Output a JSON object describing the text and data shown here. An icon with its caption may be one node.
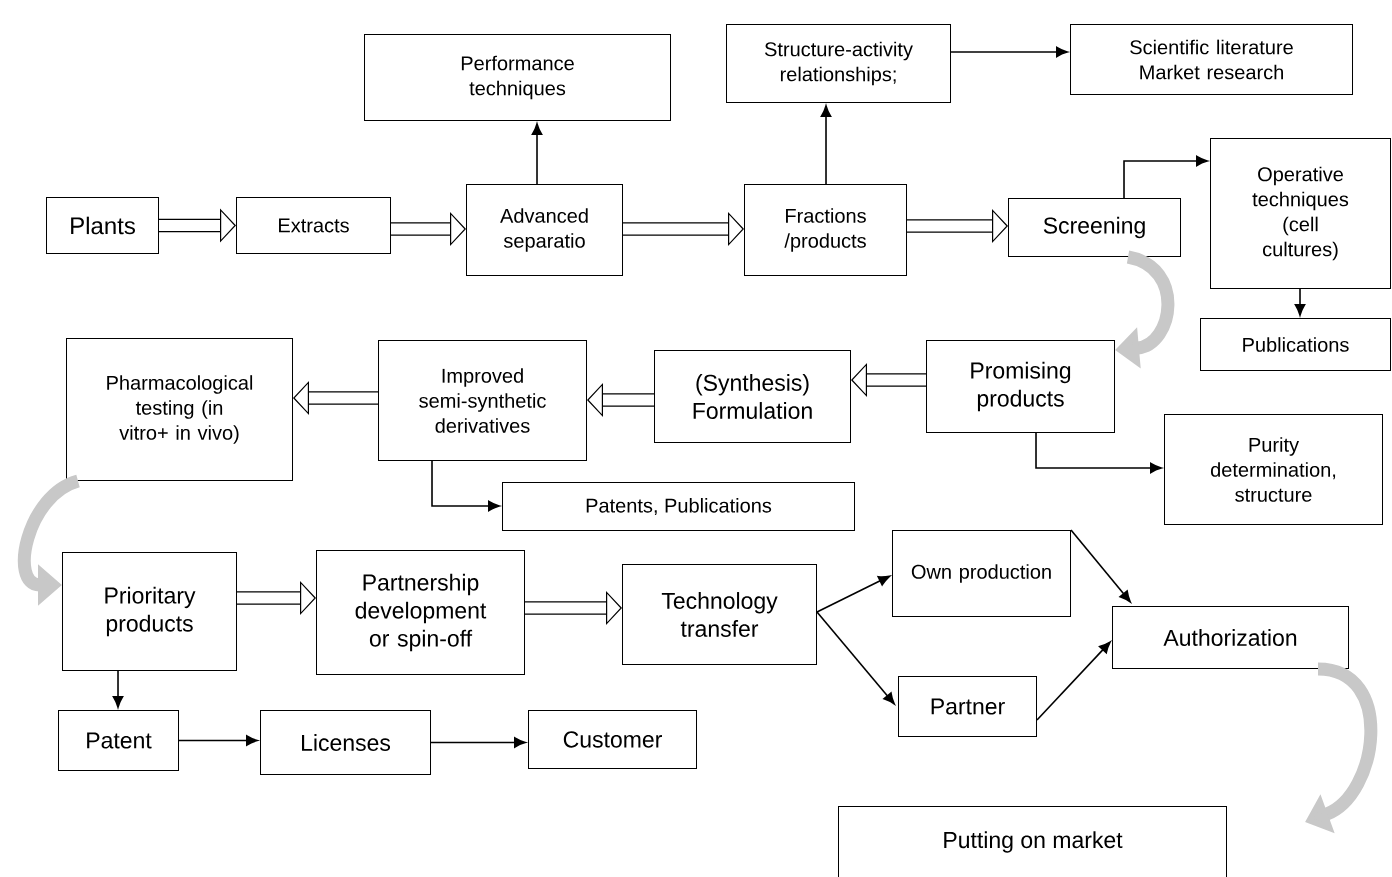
{
  "diagram": {
    "nodes": [
      {
        "text": [
          "Plants"
        ]
      },
      {
        "text": [
          "Extracts"
        ]
      },
      {
        "text": [
          "Advanced separatio"
        ]
      },
      {
        "text": [
          "Performance techniques"
        ]
      },
      {
        "text": [
          "Fractions /products"
        ]
      },
      {
        "text": [
          "Structure-activity relationships;"
        ]
      },
      {
        "text": [
          "Scientific literature Market research"
        ]
      },
      {
        "text": [
          "Screening"
        ]
      },
      {
        "text": [
          "Operative techniques (cell cultures)"
        ]
      },
      {
        "text": [
          "Publications"
        ]
      },
      {
        "text": [
          "Promising products"
        ]
      },
      {
        "text": [
          "(Synthesis) Formulation"
        ]
      },
      {
        "text": [
          "Improved semi-synthetic derivatives"
        ]
      },
      {
        "text": [
          "Pharmacological testing (in vitro+ in vivo)"
        ]
      },
      {
        "text": [
          "Purity determination, structure"
        ]
      },
      {
        "text": [
          "Patents, Publications"
        ]
      },
      {
        "text": [
          "Prioritary products"
        ]
      },
      {
        "text": [
          "Partnership development or spin-off"
        ]
      },
      {
        "text": [
          "Technology transfer"
        ]
      },
      {
        "text": [
          "Own production"
        ]
      },
      {
        "text": [
          "Partner"
        ]
      },
      {
        "text": [
          "Authorization"
        ]
      },
      {
        "text": [
          "Patent"
        ]
      },
      {
        "text": [
          "Licenses"
        ]
      },
      {
        "text": [
          "Customer"
        ]
      },
      {
        "text": [
          "Putting on market"
        ]
      }
    ],
    "edges": [
      {
        "from": 0,
        "to": 1,
        "arrow": "to",
        "style": "thick"
      },
      {
        "from": 1,
        "to": 2,
        "arrow": "to",
        "style": "thick"
      },
      {
        "from": 2,
        "to": 3,
        "arrow": "to"
      },
      {
        "from": 2,
        "to": 4,
        "arrow": "to",
        "style": "thick"
      },
      {
        "from": 4,
        "to": 5,
        "arrow": "to"
      },
      {
        "from": 5,
        "to": 6,
        "arrow": "to"
      },
      {
        "from": 4,
        "to": 7,
        "arrow": "to",
        "style": "thick"
      },
      {
        "from": 7,
        "to": 8,
        "arrow": "to"
      },
      {
        "from": 8,
        "to": 9,
        "arrow": "to"
      },
      {
        "from": 7,
        "to": 10,
        "arrow": "to",
        "style": "thick",
        "color": "#c8c8c8"
      },
      {
        "from": 10,
        "to": 11,
        "arrow": "to",
        "style": "thick"
      },
      {
        "from": 10,
        "to": 14,
        "arrow": "to"
      },
      {
        "from": 11,
        "to": 12,
        "arrow": "to",
        "style": "thick"
      },
      {
        "from": 12,
        "to": 13,
        "arrow": "to",
        "style": "thick"
      },
      {
        "from": 12,
        "to": 15,
        "arrow": "to"
      },
      {
        "from": 13,
        "to": 16,
        "arrow": "to",
        "style": "thick",
        "color": "#c8c8c8"
      },
      {
        "from": 16,
        "to": 17,
        "arrow": "to",
        "style": "thick"
      },
      {
        "from": 17,
        "to": 18,
        "arrow": "to",
        "style": "thick"
      },
      {
        "from": 18,
        "to": 19,
        "arrow": "to"
      },
      {
        "from": 18,
        "to": 20,
        "arrow": "to"
      },
      {
        "from": 19,
        "to": 21,
        "arrow": "to"
      },
      {
        "from": 20,
        "to": 21,
        "arrow": "to"
      },
      {
        "from": 21,
        "to": 25,
        "arrow": "to",
        "style": "thick",
        "color": "#c8c8c8"
      },
      {
        "from": 16,
        "to": 22,
        "arrow": "to"
      },
      {
        "from": 22,
        "to": 23,
        "arrow": "to"
      },
      {
        "from": 23,
        "to": 24,
        "arrow": "to"
      }
    ]
  }
}
